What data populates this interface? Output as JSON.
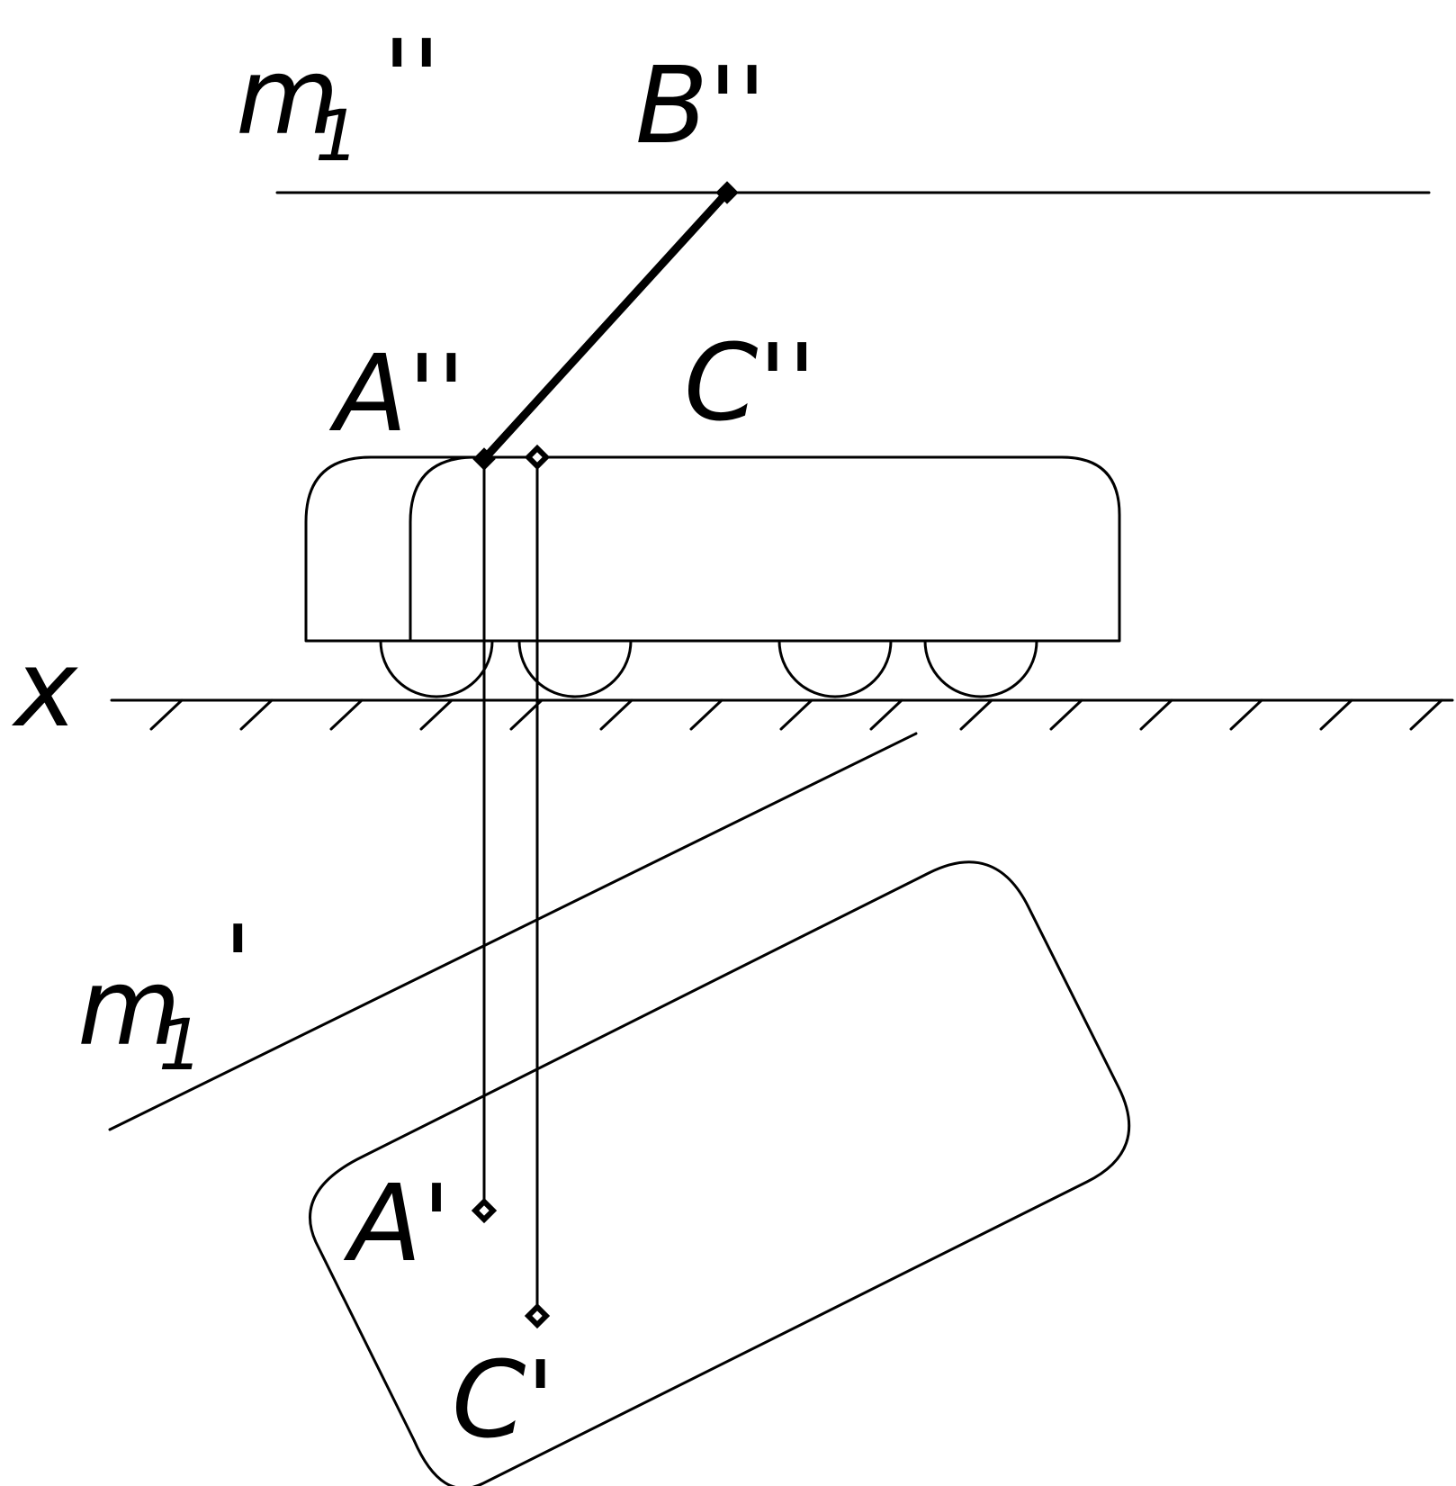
{
  "labels": {
    "m1_front": "m",
    "m1_front_sub": "1",
    "m1_front_mark": "''",
    "b_front": "B''",
    "a_front": "A''",
    "c_front": "C''",
    "x_axis": "x",
    "m1_top": "m",
    "m1_top_sub": "1",
    "m1_top_mark": "'",
    "a_top": "A'",
    "c_top": "C'"
  }
}
